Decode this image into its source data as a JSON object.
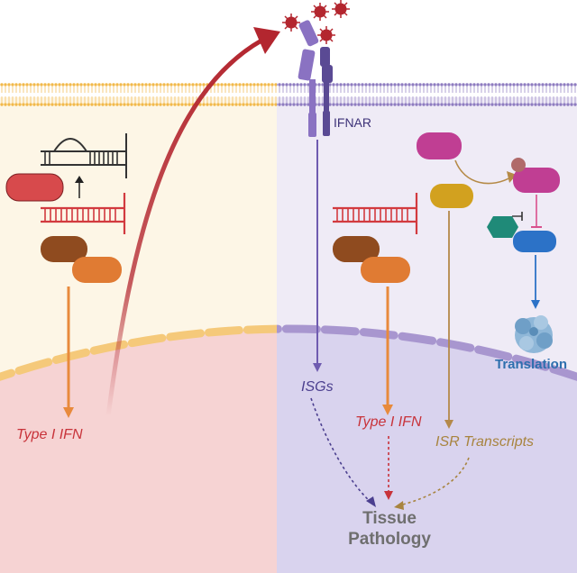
{
  "labels": {
    "receptor": "IFNAR",
    "isgs": "ISGs",
    "type1_ifn_left": "Type I IFN",
    "type1_ifn_right": "Type I IFN",
    "isr_transcripts": "ISR Transcripts",
    "translation": "Translation",
    "outcome_line1": "Tissue",
    "outcome_line2": "Pathology"
  },
  "colors": {
    "left_cytoplasm": "#fdf6e6",
    "left_nucleus": "#f6d3d3",
    "right_cytoplasm": "#efebf6",
    "right_nucleus": "#d9d3ee",
    "left_membrane": "#f2b94a",
    "right_membrane": "#8e7cc0",
    "ifn_text": "#c8333a",
    "isg_text": "#4b3f8f",
    "isr_text": "#a8843f",
    "translation_text": "#2d6fae",
    "outcome_text": "#6f6f6f",
    "virus": "#b3262f",
    "red_sensor": "#d74a4c",
    "brown_protein": "#8f4b1f",
    "orange_protein": "#e07b33",
    "magenta_protein": "#c03e93",
    "gold_protein": "#d2a11f",
    "teal_protein": "#1f8a78",
    "blue_protein": "#2c72c7"
  },
  "icons": {
    "virus": "virus-particle-icon",
    "ribosome": "ribosome-icon",
    "receptor": "ifnar-receptor-icon"
  }
}
